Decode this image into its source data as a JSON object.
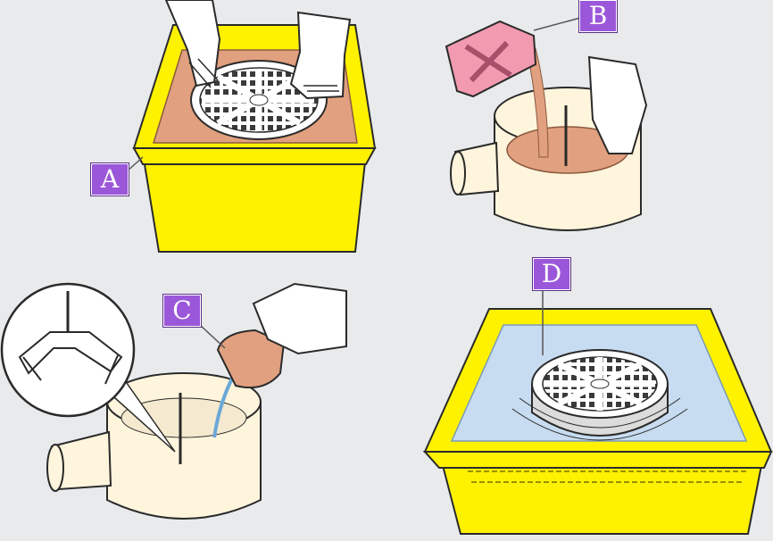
{
  "labels": {
    "a": "A",
    "b": "B",
    "c": "C",
    "d": "D"
  },
  "colors": {
    "label_bg": "#9b57d9",
    "tub_yellow": "#fff200",
    "pot_cream": "#fff5dc",
    "liquid_brown": "#e1a07f",
    "water_blue": "#c7dcf0",
    "canister_pink": "#f29ab0",
    "outline": "#2a2a2a"
  }
}
